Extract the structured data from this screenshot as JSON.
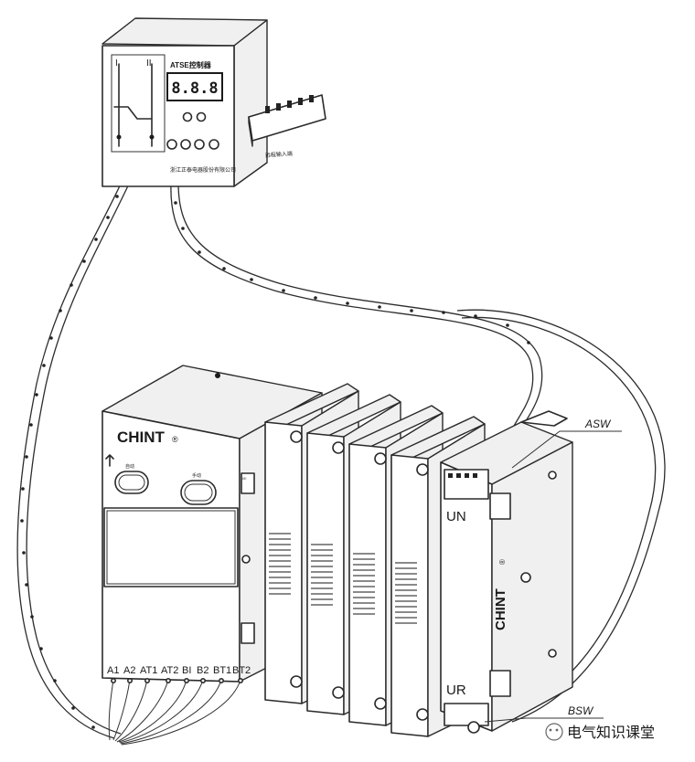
{
  "controller": {
    "title": "ATSE控制器",
    "display": "8.8.8",
    "manufacturer": "浙江正泰电器股份有限公司",
    "side_connector_label": "远程输入端",
    "panel_marks": [
      "I",
      "II"
    ]
  },
  "switch": {
    "brand": "CHINT",
    "registered_mark": "®",
    "button_left_label": "自动",
    "button_right_label": "手动",
    "indicator_label": "I/II",
    "terminals": [
      "A1",
      "A2",
      "AT1",
      "AT2",
      "BI",
      "B2",
      "BT1",
      "BT2"
    ]
  },
  "aux_module": {
    "brand": "CHINT",
    "registered_mark": "®",
    "top_label": "UN",
    "bottom_label": "UR"
  },
  "callouts": {
    "asw": "ASW",
    "bsw": "BSW"
  },
  "watermark": {
    "text": "电气知识课堂"
  }
}
